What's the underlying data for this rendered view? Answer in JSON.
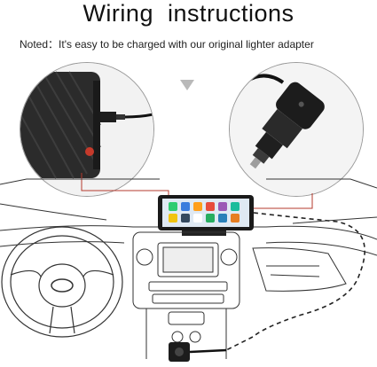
{
  "header": {
    "title": "Wiring  instructions",
    "note": "Noted：It's easy to be charged with our original lighter adapter"
  },
  "callouts": {
    "left": {
      "depicts": "device-power-port"
    },
    "right": {
      "depicts": "lighter-adapter-plug"
    },
    "connector_color": "#b53a2e"
  },
  "device_screen": {
    "app_colors": [
      "#2ecc71",
      "#3b7ddd",
      "#ff9f1a",
      "#e74c3c",
      "#9b59b6",
      "#1abc9c",
      "#f1c40f",
      "#34495e",
      "#ffffff",
      "#27ae60",
      "#2980b9",
      "#e67e22"
    ]
  },
  "colors": {
    "line": "#333333",
    "dashed_cable": "#222222",
    "accent": "#b53a2e"
  }
}
